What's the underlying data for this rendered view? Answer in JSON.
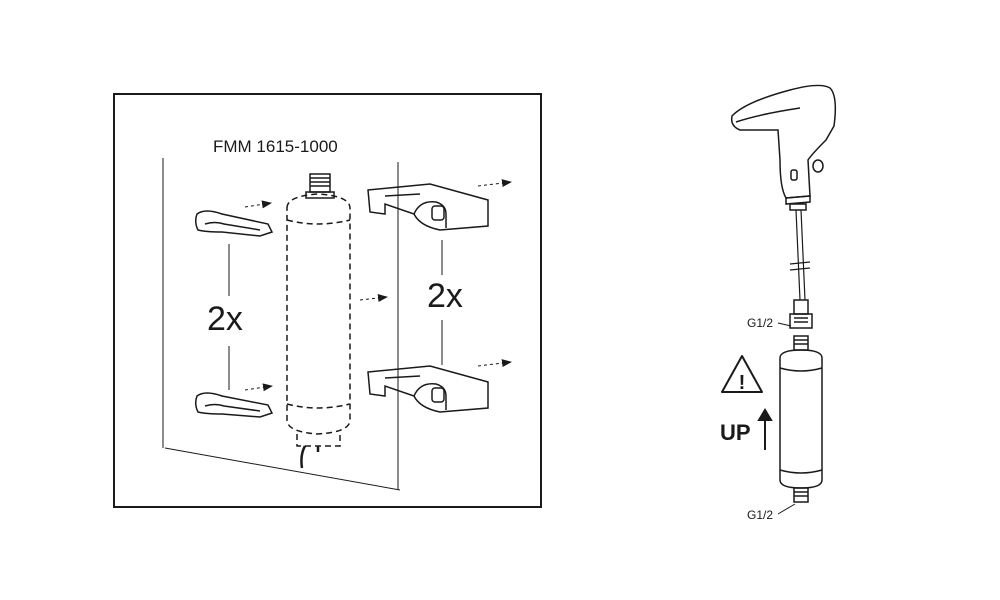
{
  "left_panel": {
    "model_number": "FMM 1615-1000",
    "quantity_left": "2x",
    "quantity_right": "2x"
  },
  "right_panel": {
    "thread_top": "G1/2",
    "thread_bottom": "G1/2",
    "orientation_label": "UP",
    "warning_symbol": "!"
  },
  "colors": {
    "line": "#1a1a1a",
    "background": "#ffffff"
  },
  "icons": [
    "warning-triangle-icon",
    "up-arrow-icon",
    "arrow-right-icon"
  ]
}
